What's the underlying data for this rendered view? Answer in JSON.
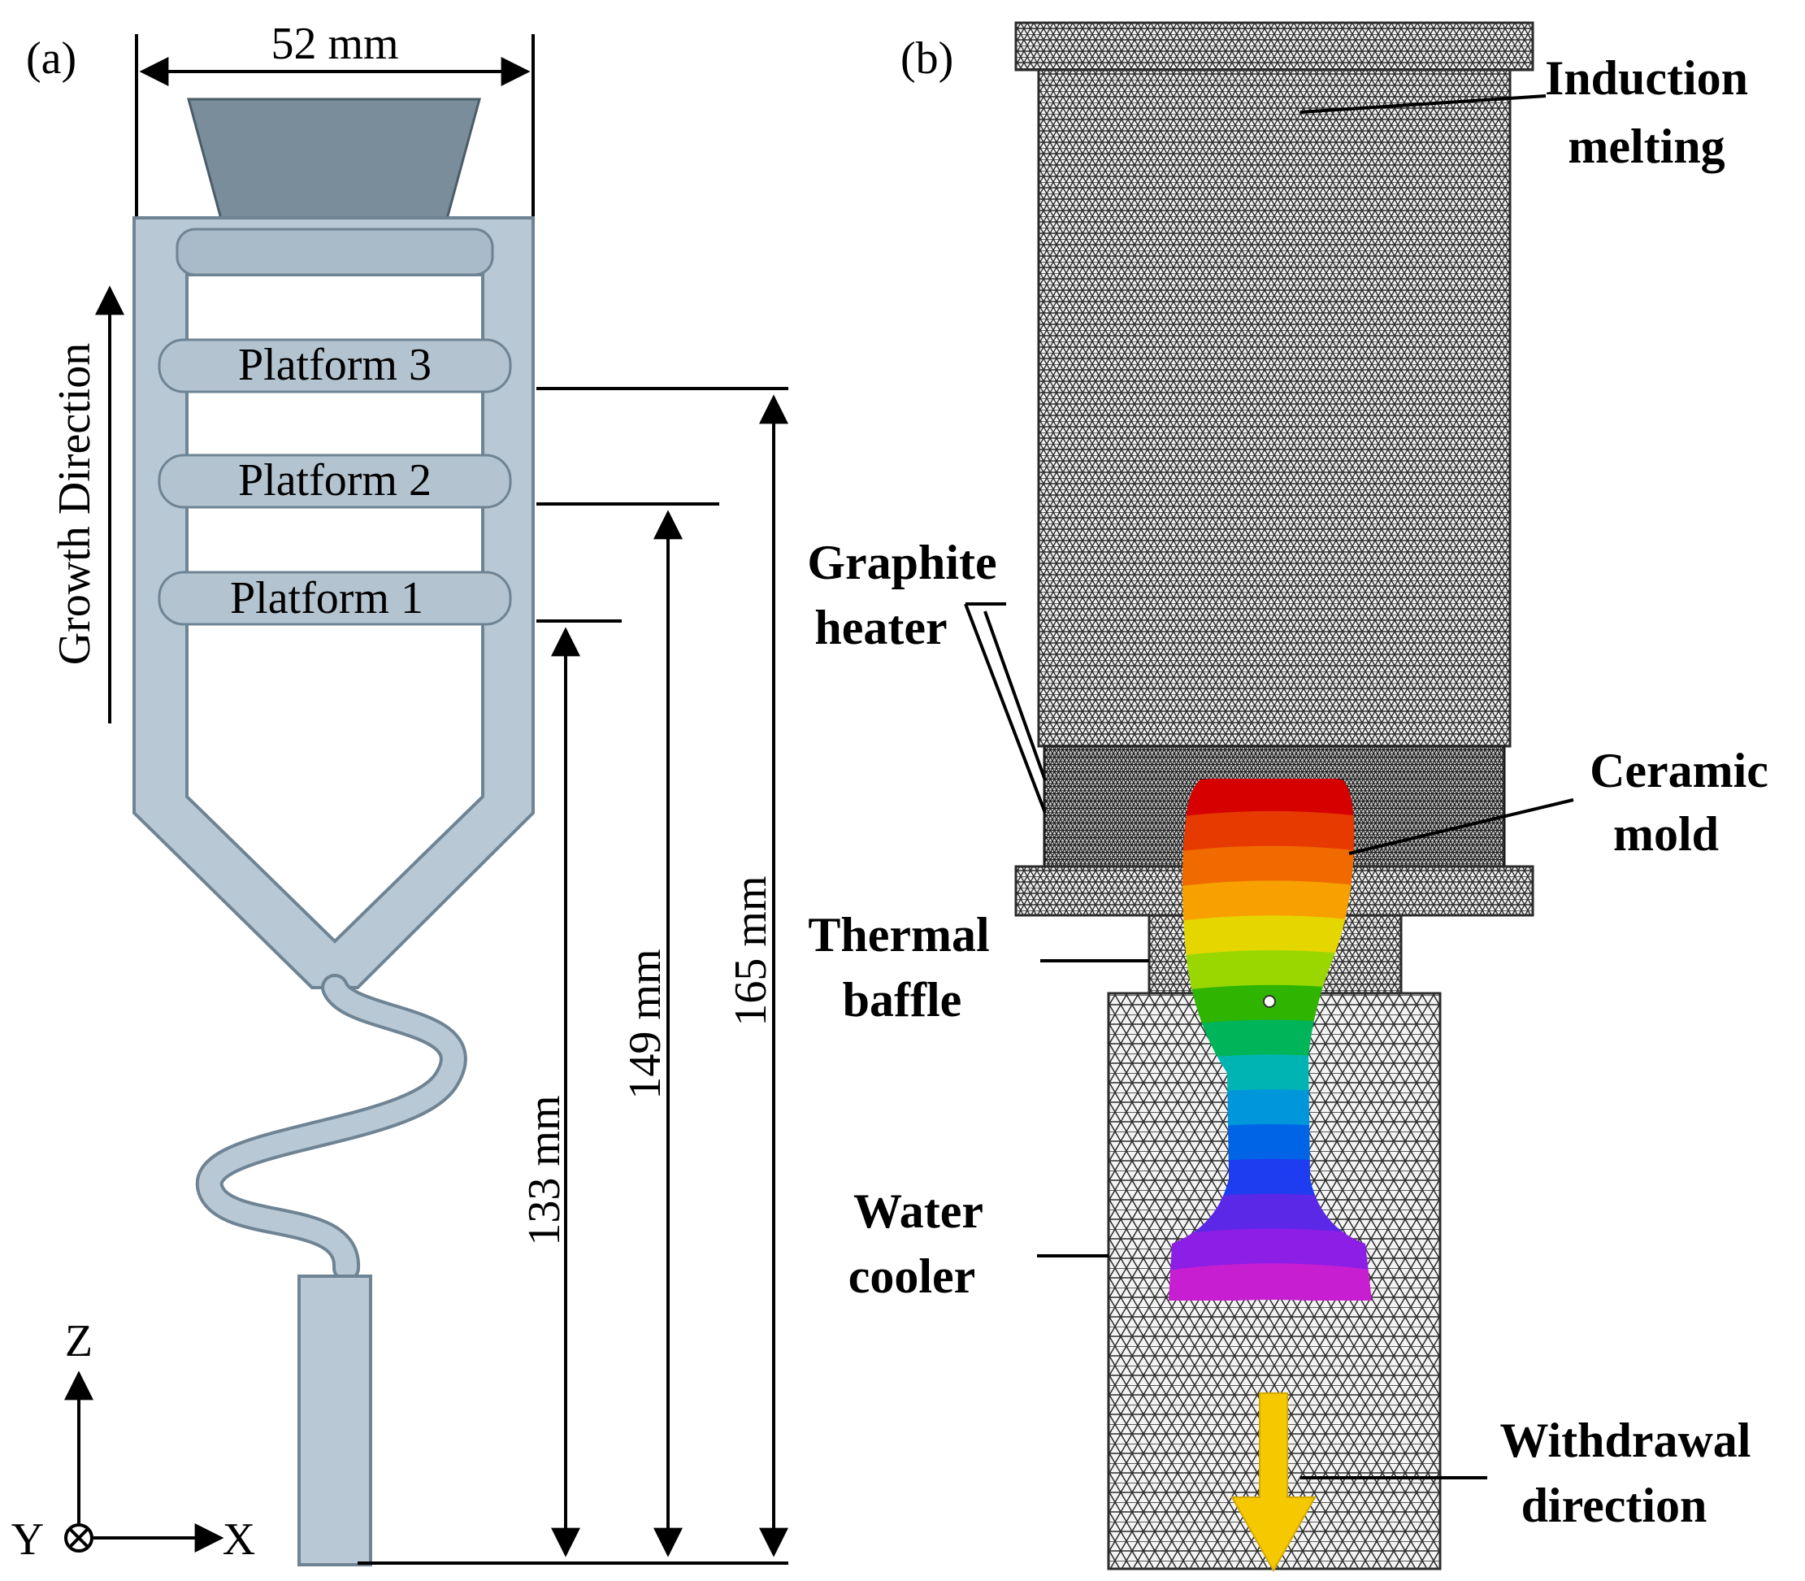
{
  "panel_a": {
    "label": "(a)",
    "width_dim": "52 mm",
    "growth_direction": "Growth Direction",
    "platforms": [
      "Platform 3",
      "Platform 2",
      "Platform 1"
    ],
    "dims": [
      "133 mm",
      "149 mm",
      "165 mm"
    ],
    "axes": {
      "z": "Z",
      "y": "Y",
      "x": "X"
    }
  },
  "panel_b": {
    "label": "(b)",
    "induction": [
      "Induction",
      "melting"
    ],
    "graphite": [
      "Graphite",
      "heater"
    ],
    "ceramic": [
      "Ceramic",
      "mold"
    ],
    "baffle": [
      "Thermal",
      "baffle"
    ],
    "cooler": [
      "Water",
      "cooler"
    ],
    "withdrawal": [
      "Withdrawal",
      "direction"
    ]
  },
  "colors": {
    "casting": "#b8c8d4",
    "casting_edge": "#6e8393",
    "mesh": "#2b2b2b",
    "arrow": "#f5c800",
    "thermal_bands": [
      "#d60000",
      "#e63a00",
      "#f06a00",
      "#f7a000",
      "#e6d600",
      "#9ad600",
      "#2fb400",
      "#00b45a",
      "#00b4b4",
      "#0096dc",
      "#0064e6",
      "#1e3cf0",
      "#5a28e6",
      "#8c1ee6",
      "#c81ed2"
    ]
  }
}
